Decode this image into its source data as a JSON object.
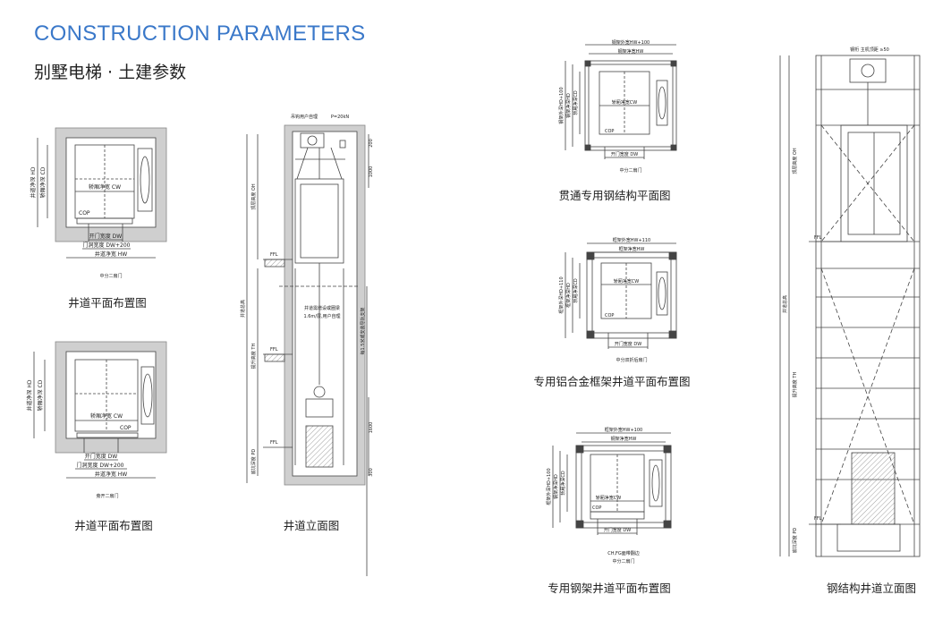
{
  "header": {
    "title": "CONSTRUCTION PARAMETERS",
    "subtitle": "别墅电梯 · 土建参数"
  },
  "plan1": {
    "caption": "井道平面布置图",
    "hd": "井道净深 HD",
    "cd": "轿厢净深 CD",
    "cw": "轿厢净宽 CW",
    "cop": "COP",
    "dw": "开门宽度 DW",
    "dw200": "门洞宽度 DW+200",
    "hw": "井道净宽 HW",
    "door": "中分二扇门"
  },
  "plan2": {
    "caption": "井道平面布置图",
    "hd": "井道净深 HD",
    "cd": "轿厢净深 CD",
    "cw": "轿厢净宽 CW",
    "cop": "COP",
    "dw": "开门宽度 DW",
    "dw200": "门洞宽度 DW+200",
    "hw": "井道净宽 HW",
    "door": "旁开二扇门"
  },
  "elev": {
    "caption": "井道立面图",
    "hook": "吊钩用户自理",
    "load": "P=20kN",
    "oh": "顶层高度 OH",
    "th": "提升高度 TH",
    "pd": "底坑深度 PD",
    "total": "井道总高",
    "ffl1": "FFL",
    "ffl2": "FFL",
    "ffl3": "FFL",
    "beam1": "井道需增设或圈梁",
    "beam2": "1.6m/层,用户自理",
    "beam3": "每1.5米或安装导轨支架",
    "d1000": "1000",
    "d1600": "1600",
    "d300": "300",
    "d200": "200"
  },
  "planA": {
    "caption": "贯通专用钢结构平面图",
    "hw100": "钢架外宽HW+100",
    "hw": "钢架净宽HW",
    "hd100": "钢架外深HD+100",
    "hd": "钢架净深HD",
    "cd": "轿厢净深CD",
    "cw": "轿厢净宽CW",
    "cop": "COP",
    "dw": "开门宽度 DW",
    "door": "中分二扇门"
  },
  "planB": {
    "caption": "专用铝合金框架井道平面布置图",
    "hw110": "框架外宽HW+110",
    "hw": "框架净宽HW",
    "hd110": "框架外深HD+110",
    "hd": "框架净深HD",
    "cd": "轿厢净深CD",
    "cw": "轿厢净宽CW",
    "cop": "COP",
    "dw": "开门宽度 DW",
    "door": "中分双折后扇门"
  },
  "planC": {
    "caption": "专用钢架井道平面布置图",
    "hw100": "框架外宽HW+100",
    "hw": "钢架净宽HW",
    "hd100": "框架外深HD+100",
    "hd": "钢架净深HD",
    "cd": "轿厢净深CD",
    "cw": "轿厢净宽CW",
    "cop": "COP",
    "dw": "开门宽度 DW",
    "note": "CH,FG面带翻边",
    "door": "中分二扇门"
  },
  "steelElev": {
    "caption": "钢结构井道立面图",
    "top": "钢桁 主机顶距 ≥50",
    "oh": "顶层高度 OH",
    "total": "井道总高",
    "th": "提升高度 TH",
    "pd": "底坑深度 PD",
    "ffl1": "FFL",
    "ffl2": "FFL"
  }
}
